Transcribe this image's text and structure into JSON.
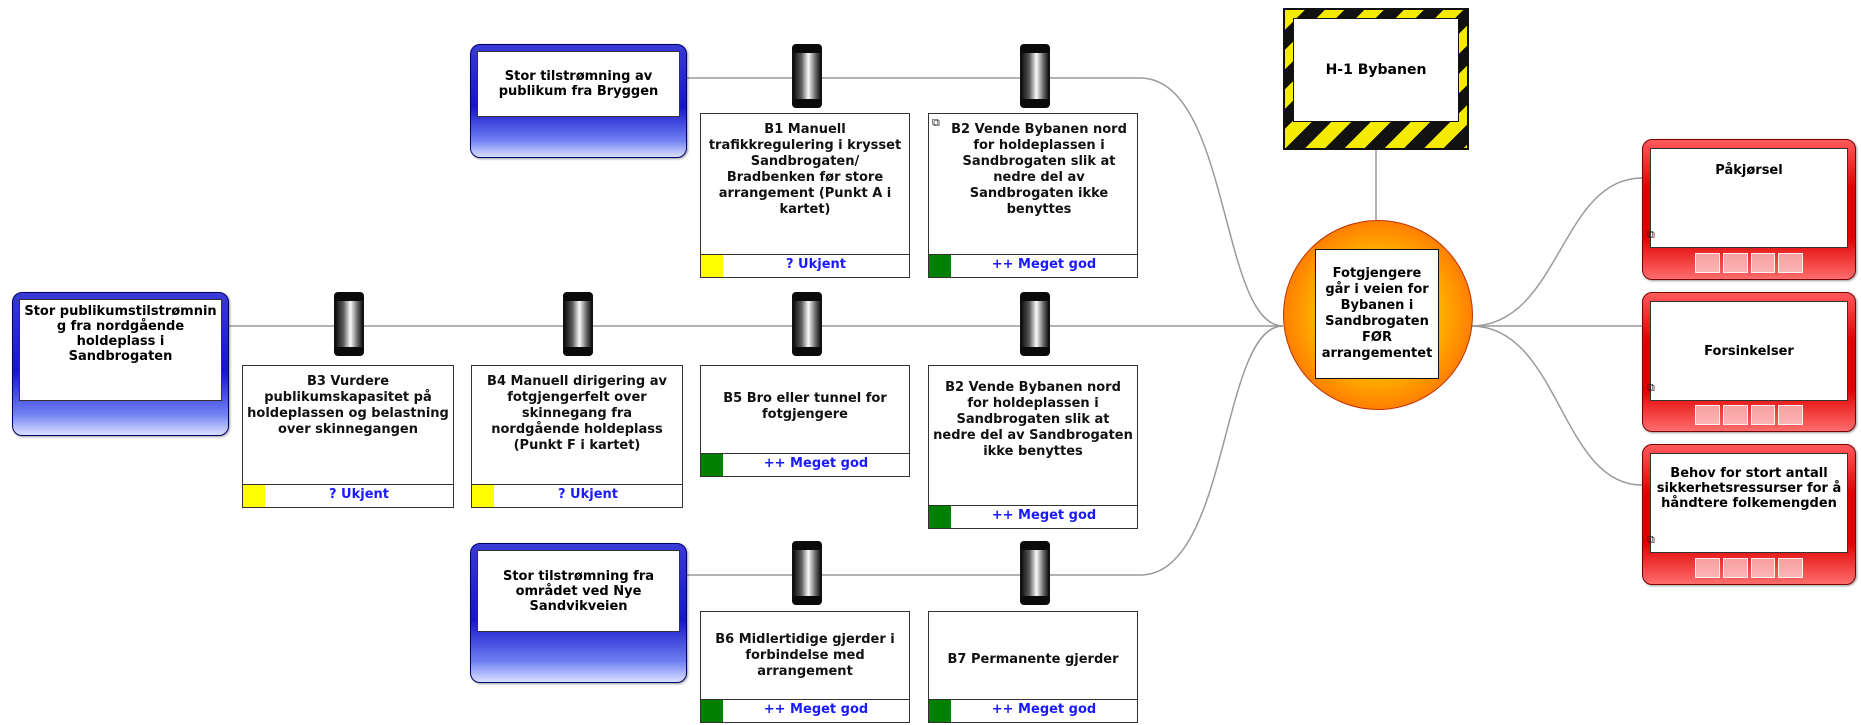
{
  "hazard": {
    "label": "H-1 Bybanen"
  },
  "top_event": {
    "label": "Fotgjengere går i veien for Bybanen i Sandbrogaten FØR arrangementet"
  },
  "threats": {
    "t1": {
      "label": "Stor tilstrømning av publikum fra Bryggen"
    },
    "t2": {
      "label": "Stor publikumstilstrømnin g fra nordgående holdeplass i Sandbrogaten"
    },
    "t3": {
      "label": "Stor tilstrømning fra området ved Nye Sandvikveien"
    }
  },
  "barriers": {
    "b1": {
      "label": "B1 Manuell trafikkregulering i krysset Sandbrogaten/ Bradbenken før store arrangement (Punkt A i kartet)",
      "rating": "? Ukjent",
      "rating_color": "#ffff00"
    },
    "b2a": {
      "label": "B2 Vende Bybanen nord for holdeplassen i Sandbrogaten slik at nedre del av Sandbrogaten ikke benyttes",
      "rating": "++ Meget god",
      "rating_color": "#008000"
    },
    "b3": {
      "label": "B3 Vurdere publikumskapasitet på holdeplassen og belastning over skinnegangen",
      "rating": "? Ukjent",
      "rating_color": "#ffff00"
    },
    "b4": {
      "label": "B4 Manuell dirigering av fotgjengerfelt over skinnegang fra nordgående holdeplass (Punkt F i kartet)",
      "rating": "? Ukjent",
      "rating_color": "#ffff00"
    },
    "b5": {
      "label": "B5 Bro eller tunnel for fotgjengere",
      "rating": "++ Meget god",
      "rating_color": "#008000"
    },
    "b2b": {
      "label": "B2 Vende Bybanen nord for holdeplassen i Sandbrogaten slik at nedre del av Sandbrogaten ikke benyttes",
      "rating": "++ Meget god",
      "rating_color": "#008000"
    },
    "b6": {
      "label": "B6 Midlertidige gjerder i forbindelse med arrangement",
      "rating": "++ Meget god",
      "rating_color": "#008000"
    },
    "b7": {
      "label": "B7 Permanente gjerder",
      "rating": "++ Meget god",
      "rating_color": "#008000"
    }
  },
  "consequences": {
    "c1": {
      "label": "Påkjørsel"
    },
    "c2": {
      "label": "Forsinkelser"
    },
    "c3": {
      "label": "Behov for stort antall sikkerhetsressurser for å håndtere folkemengden"
    }
  },
  "colors": {
    "threat": "#1616c9",
    "consequence": "#e00000",
    "top_event": "#ff8a00",
    "hazard_stripe": "#f5eb00"
  },
  "icons": {
    "document": "document-icon"
  }
}
